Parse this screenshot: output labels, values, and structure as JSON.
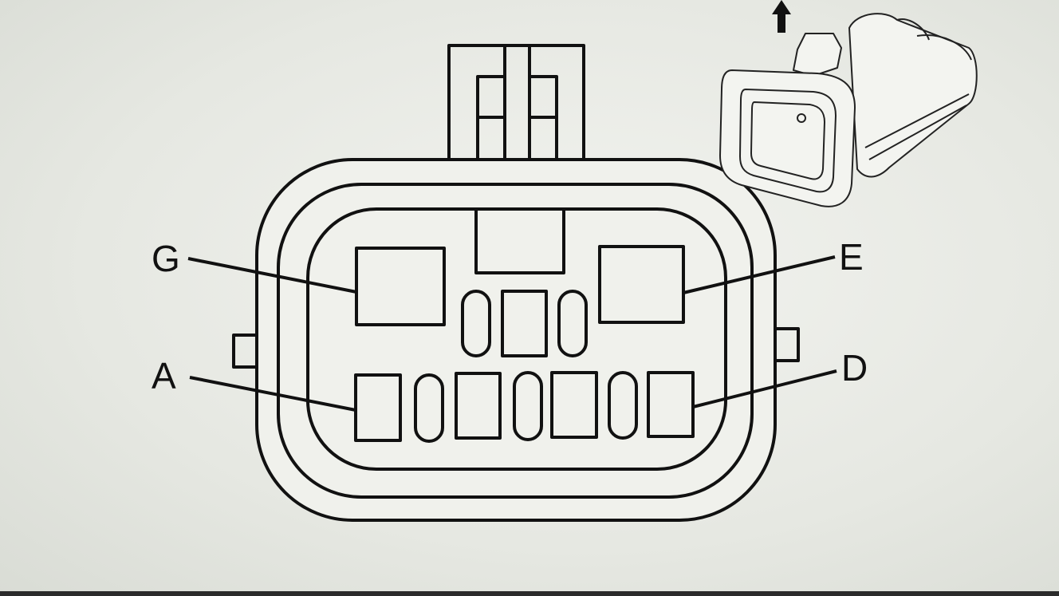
{
  "diagram": {
    "pin_labels": {
      "g": "G",
      "e": "E",
      "a": "A",
      "d": "D"
    },
    "stroke_color": "#111111",
    "background_color": "#eceee9"
  }
}
